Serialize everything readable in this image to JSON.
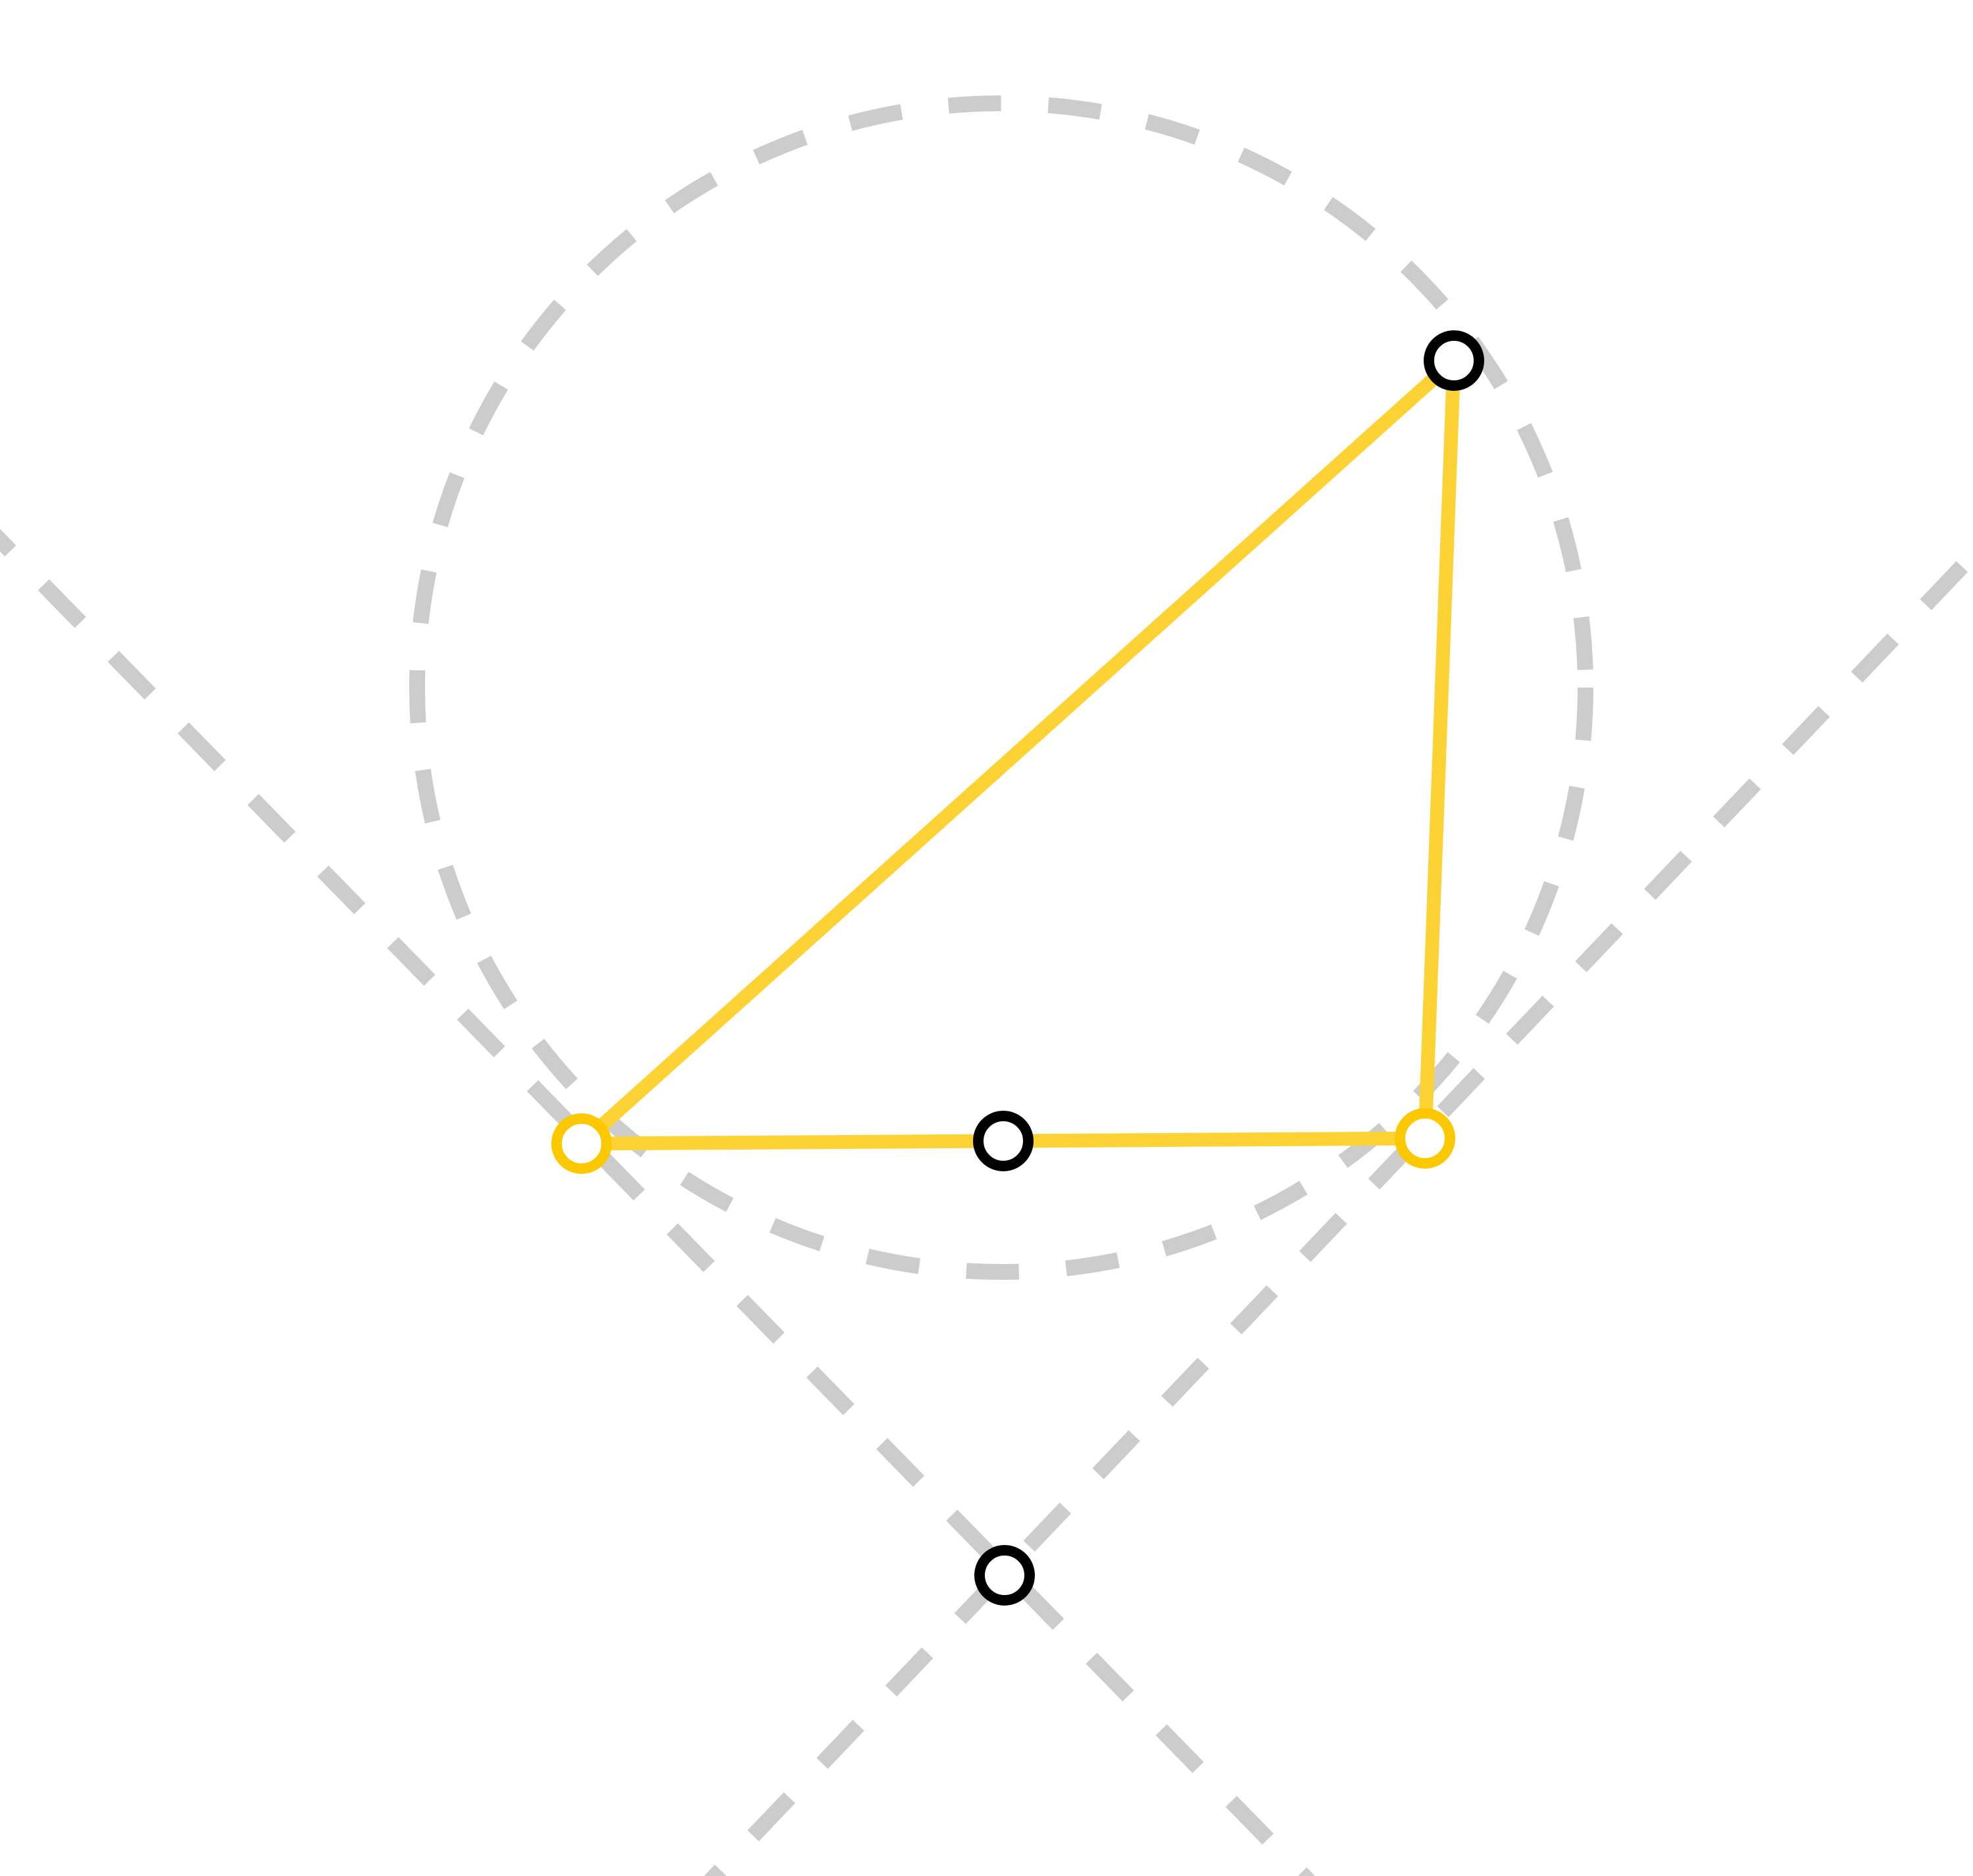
{
  "diagram": {
    "kind": "geometric construction: triangle with circumscribed circle and tangent lines",
    "colors": {
      "background": "#ffffff",
      "guide_lines": "#cccccc",
      "triangle_edges": "#fdd234",
      "movable_point_stroke": "#fcc800",
      "fixed_point_stroke": "#000000",
      "point_fill": "#ffffff"
    },
    "guides": [
      {
        "type": "dashed-circle",
        "name": "circumcircle"
      },
      {
        "type": "dashed-line",
        "name": "tangent-line-left"
      },
      {
        "type": "dashed-line",
        "name": "tangent-line-right"
      }
    ],
    "triangle_edges": [
      "base-edge",
      "hypotenuse-edge",
      "right-edge"
    ],
    "points": [
      {
        "name": "top-vertex",
        "style": "fixed"
      },
      {
        "name": "base-midpoint",
        "style": "fixed"
      },
      {
        "name": "tangent-intersection",
        "style": "fixed"
      },
      {
        "name": "left-vertex",
        "style": "movable"
      },
      {
        "name": "right-vertex",
        "style": "movable"
      }
    ]
  }
}
